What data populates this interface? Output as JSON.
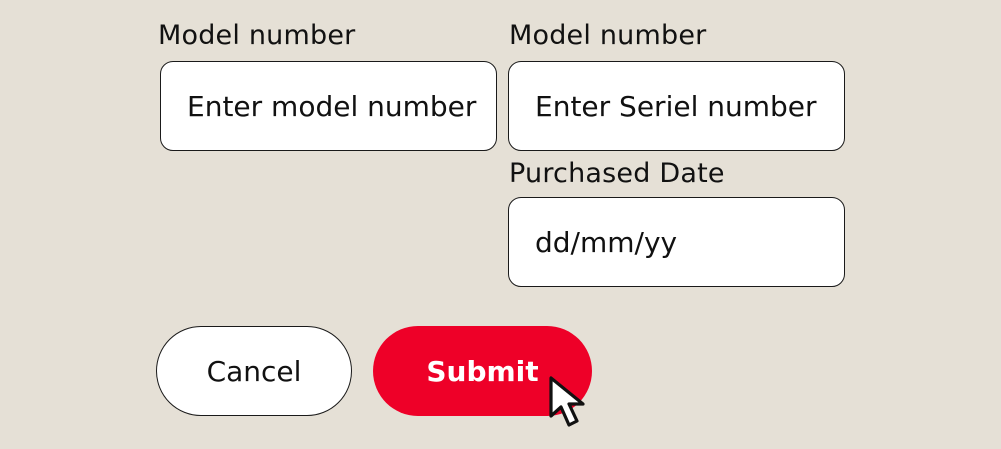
{
  "form": {
    "model_label": "Model number",
    "model_placeholder": "Enter model number",
    "serial_label": "Model number",
    "serial_placeholder": "Enter Seriel number",
    "date_label": "Purchased Date",
    "date_placeholder": "dd/mm/yy"
  },
  "actions": {
    "cancel_label": "Cancel",
    "submit_label": "Submit"
  },
  "colors": {
    "background": "#e5e0d6",
    "submit": "#ee0028",
    "text": "#111111"
  },
  "icons": {
    "cursor": "pointer-hand-icon"
  }
}
